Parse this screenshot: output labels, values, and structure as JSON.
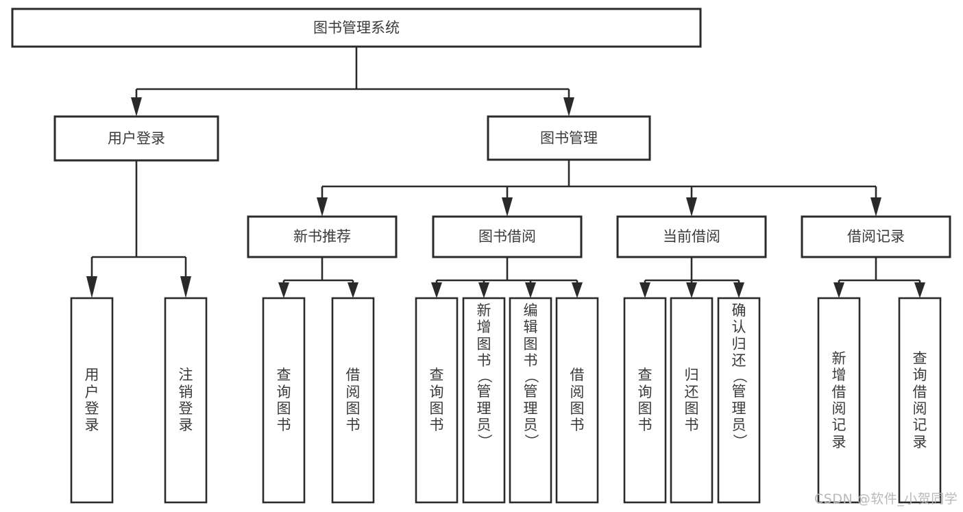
{
  "diagram": {
    "title": "图书管理系统",
    "type": "tree-hierarchy-diagram",
    "colors": {
      "background": "#ffffff",
      "box_stroke": "#2a2a2a",
      "box_fill": "#ffffff",
      "text": "#3a3a3a",
      "watermark": "#b9b9b9"
    },
    "root": {
      "label": "图书管理系统"
    },
    "level2": [
      {
        "label": "用户登录"
      },
      {
        "label": "图书管理"
      }
    ],
    "level3": [
      {
        "label": "新书推荐"
      },
      {
        "label": "图书借阅"
      },
      {
        "label": "当前借阅"
      },
      {
        "label": "借阅记录"
      }
    ],
    "leaves": {
      "user_login": [
        {
          "label": "用户登录"
        },
        {
          "label": "注销登录"
        }
      ],
      "new_book_recommend": [
        {
          "label": "查询图书"
        },
        {
          "label": "借阅图书"
        }
      ],
      "book_borrow": [
        {
          "label": "查询图书"
        },
        {
          "label": "新增图书（管理员）"
        },
        {
          "label": "编辑图书（管理员）"
        },
        {
          "label": "借阅图书"
        }
      ],
      "current_borrow": [
        {
          "label": "查询图书"
        },
        {
          "label": "归还图书"
        },
        {
          "label": "确认归还（管理员）"
        }
      ],
      "borrow_records": [
        {
          "label": "新增借阅记录"
        },
        {
          "label": "查询借阅记录"
        }
      ]
    }
  },
  "watermark": {
    "text": "CSDN @软件_小贺同学"
  }
}
